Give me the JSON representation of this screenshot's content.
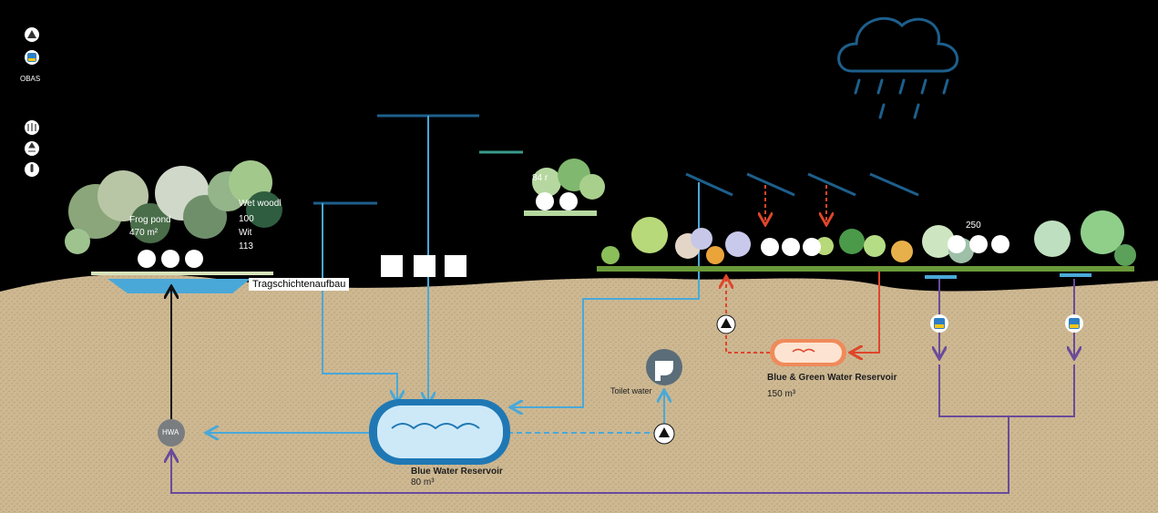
{
  "legend": {
    "obas_label": "OBAS",
    "icons": [
      "triangle-icon",
      "water-sensor-icon",
      "evaporation-icon",
      "infiltration-icon",
      "thermometer-icon"
    ]
  },
  "frog_pond": {
    "title": "Frog pond",
    "area": "470 m²"
  },
  "wet_woodland": {
    "title": "Wet woodl",
    "line1": "100",
    "line2": "Wit",
    "line3": "113"
  },
  "roof_box": {
    "value": "84 r"
  },
  "right_box": {
    "value": "250"
  },
  "tragschichten": {
    "label": "Tragschichtenaufbau"
  },
  "hwa": {
    "label": "HWA"
  },
  "blue_reservoir": {
    "title": "Blue Water Reservoir",
    "volume": "80 m³"
  },
  "toilet": {
    "label": "Toilet water"
  },
  "bg_reservoir": {
    "title": "Blue & Green Water Reservoir",
    "volume": "150 m³"
  },
  "colors": {
    "soil": "#cdb892",
    "blue_pipe": "#4aa8d8",
    "dark_blue": "#1d5f8c",
    "purple": "#6a4a9a",
    "red": "#e0452b",
    "tank_blue": "#1f78b4"
  }
}
